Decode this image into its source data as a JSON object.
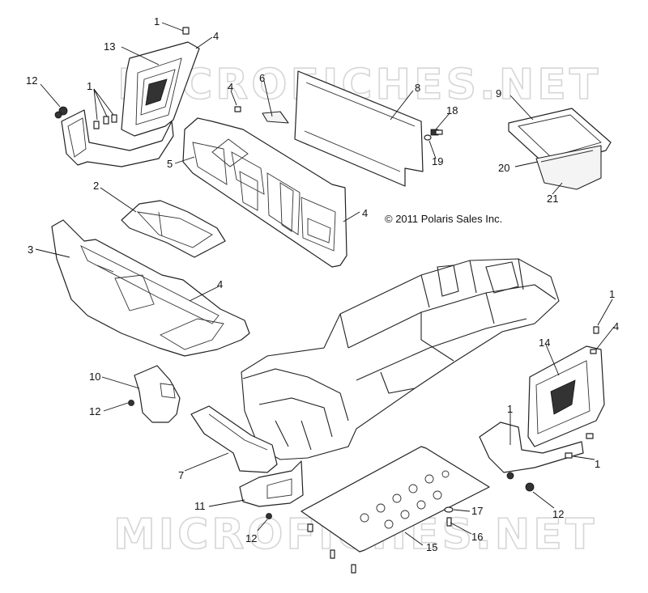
{
  "copyright": "© 2011 Polaris Sales Inc.",
  "watermark": "MICROFICHES.NET",
  "callouts": {
    "c1a": "1",
    "c1b": "1",
    "c1c": "1",
    "c1d": "1",
    "c1e": "1",
    "c2": "2",
    "c3": "3",
    "c4a": "4",
    "c4b": "4",
    "c4c": "4",
    "c4d": "4",
    "c4e": "4",
    "c5": "5",
    "c6": "6",
    "c7": "7",
    "c8": "8",
    "c9": "9",
    "c10": "10",
    "c11": "11",
    "c12a": "12",
    "c12b": "12",
    "c12c": "12",
    "c12d": "12",
    "c13": "13",
    "c14": "14",
    "c15": "15",
    "c16": "16",
    "c17": "17",
    "c18": "18",
    "c19": "19",
    "c20": "20",
    "c21": "21"
  }
}
